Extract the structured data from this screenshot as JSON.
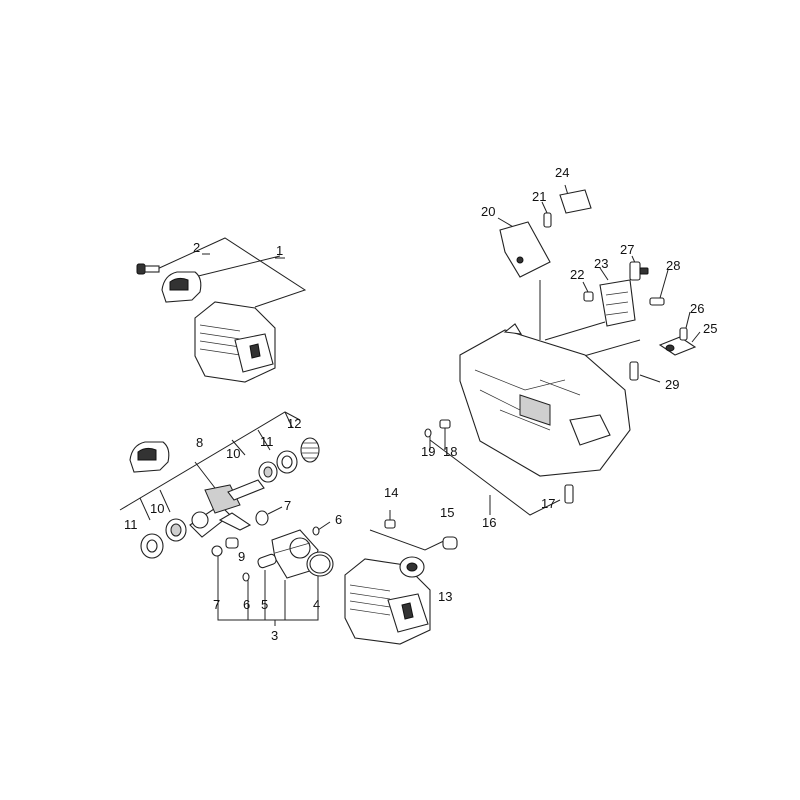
{
  "diagram": {
    "callouts": [
      {
        "id": "1",
        "label": "1"
      },
      {
        "id": "2",
        "label": "2"
      },
      {
        "id": "3",
        "label": "3"
      },
      {
        "id": "4",
        "label": "4"
      },
      {
        "id": "5",
        "label": "5"
      },
      {
        "id": "6a",
        "label": "6"
      },
      {
        "id": "6b",
        "label": "6"
      },
      {
        "id": "7a",
        "label": "7"
      },
      {
        "id": "7b",
        "label": "7"
      },
      {
        "id": "8",
        "label": "8"
      },
      {
        "id": "9",
        "label": "9"
      },
      {
        "id": "10a",
        "label": "10"
      },
      {
        "id": "10b",
        "label": "10"
      },
      {
        "id": "11a",
        "label": "11"
      },
      {
        "id": "11b",
        "label": "11"
      },
      {
        "id": "12",
        "label": "12"
      },
      {
        "id": "13",
        "label": "13"
      },
      {
        "id": "14",
        "label": "14"
      },
      {
        "id": "15",
        "label": "15"
      },
      {
        "id": "16",
        "label": "16"
      },
      {
        "id": "17",
        "label": "17"
      },
      {
        "id": "18",
        "label": "18"
      },
      {
        "id": "19",
        "label": "19"
      },
      {
        "id": "20",
        "label": "20"
      },
      {
        "id": "21",
        "label": "21"
      },
      {
        "id": "22",
        "label": "22"
      },
      {
        "id": "23",
        "label": "23"
      },
      {
        "id": "24",
        "label": "24"
      },
      {
        "id": "25",
        "label": "25"
      },
      {
        "id": "26",
        "label": "26"
      },
      {
        "id": "27",
        "label": "27"
      },
      {
        "id": "28",
        "label": "28"
      },
      {
        "id": "29",
        "label": "29"
      }
    ]
  }
}
